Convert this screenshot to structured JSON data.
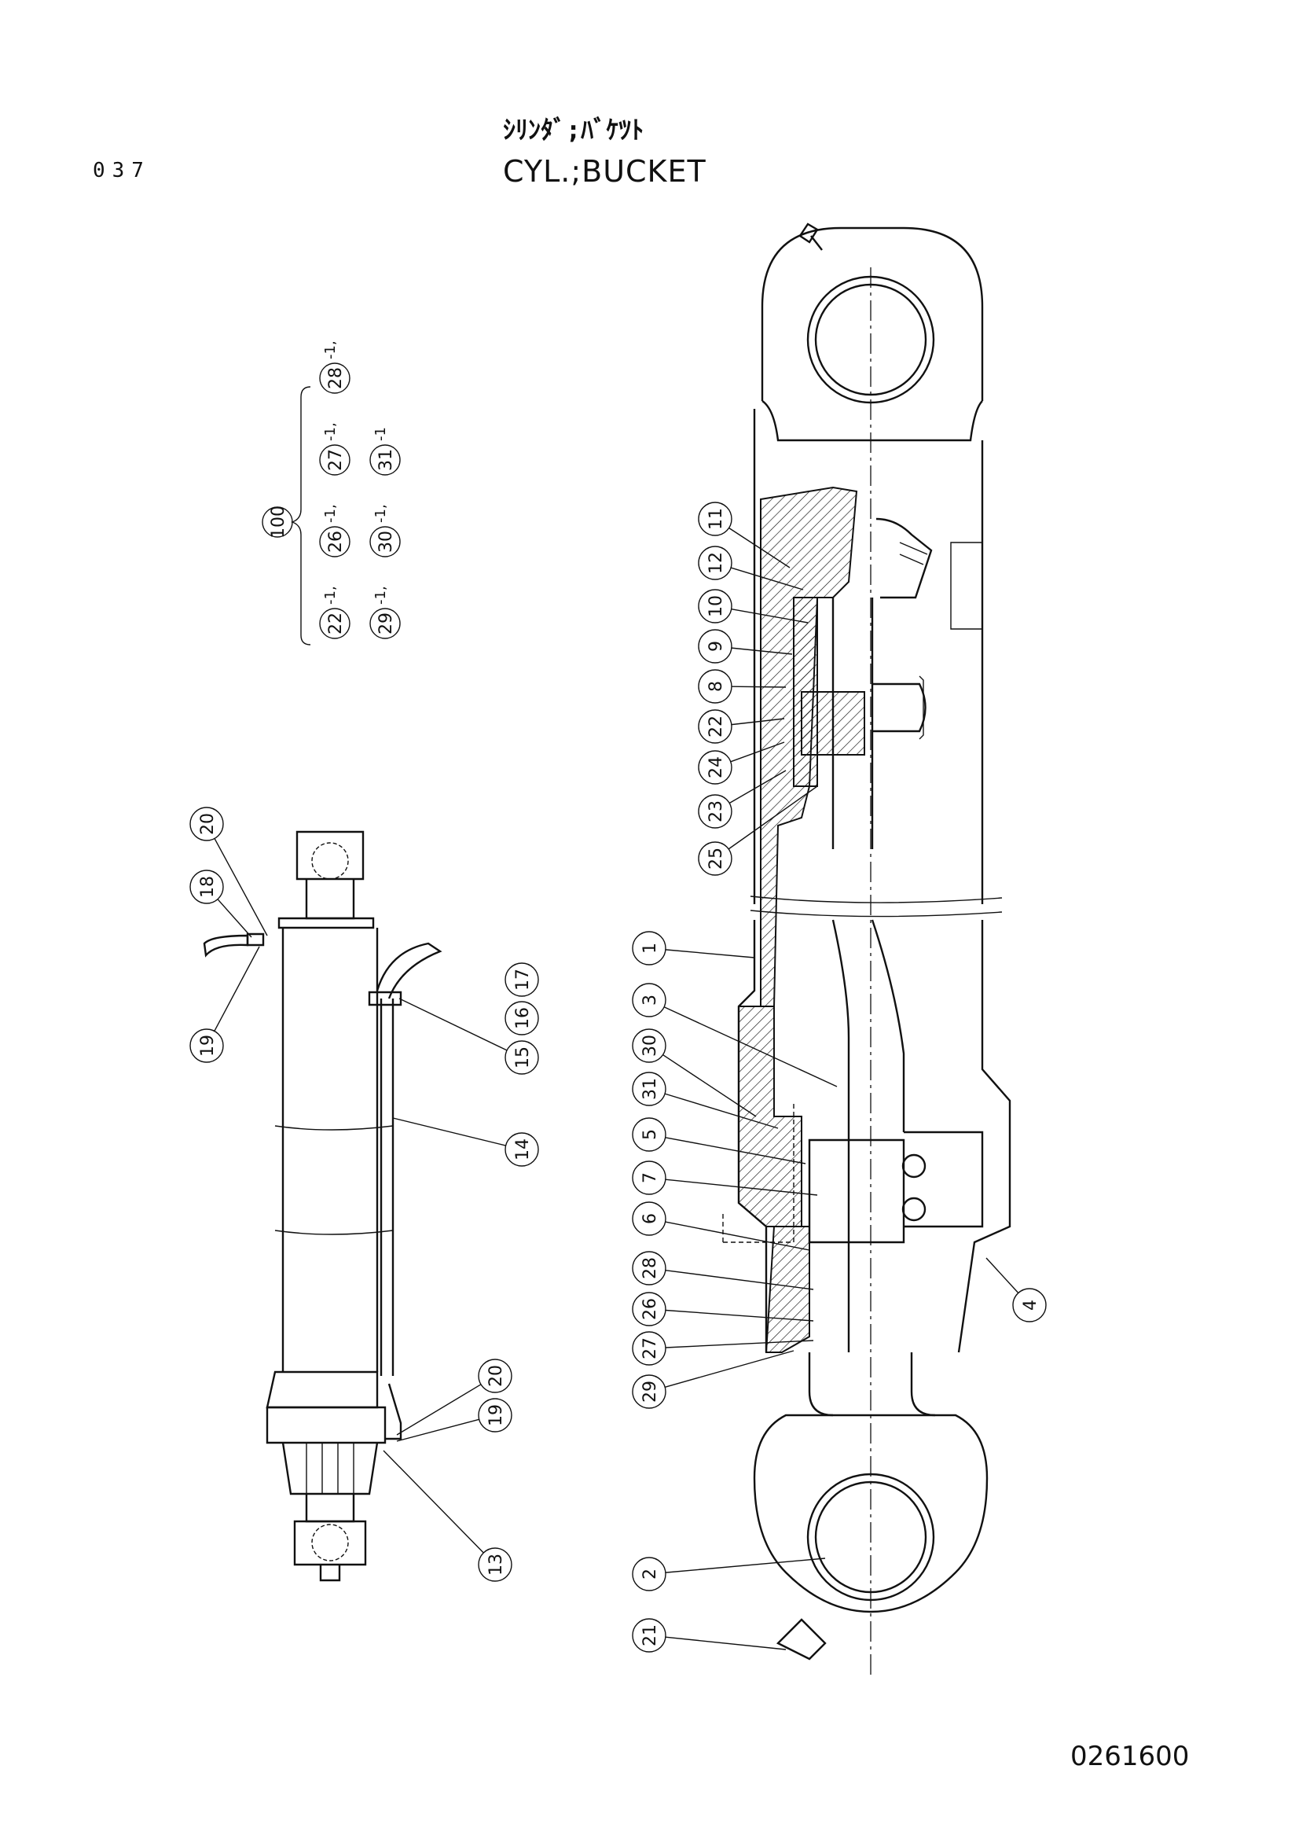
{
  "page_number": "037",
  "title_jp": "ｼﾘﾝﾀﾞ;ﾊﾞｹﾂﾄ",
  "title_en": "CYL.;BUCKET",
  "drawing_number": "0261600",
  "kit": {
    "number": "100",
    "row1": [
      {
        "part": "22",
        "qty": "-1,"
      },
      {
        "part": "26",
        "qty": "-1,"
      },
      {
        "part": "27",
        "qty": "-1,"
      },
      {
        "part": "28",
        "qty": "-1,"
      }
    ],
    "row2": [
      {
        "part": "29",
        "qty": "-1,"
      },
      {
        "part": "30",
        "qty": "-1,"
      },
      {
        "part": "31",
        "qty": "-1"
      }
    ]
  },
  "section_callouts": [
    "11",
    "12",
    "10",
    "9",
    "8",
    "22",
    "24",
    "23",
    "25",
    "1",
    "3",
    "30",
    "31",
    "5",
    "7",
    "6",
    "28",
    "26",
    "27",
    "29",
    "2",
    "21",
    "4"
  ],
  "external_callouts": [
    "20",
    "18",
    "19",
    "15",
    "16",
    "17",
    "14",
    "20",
    "19",
    "13"
  ]
}
